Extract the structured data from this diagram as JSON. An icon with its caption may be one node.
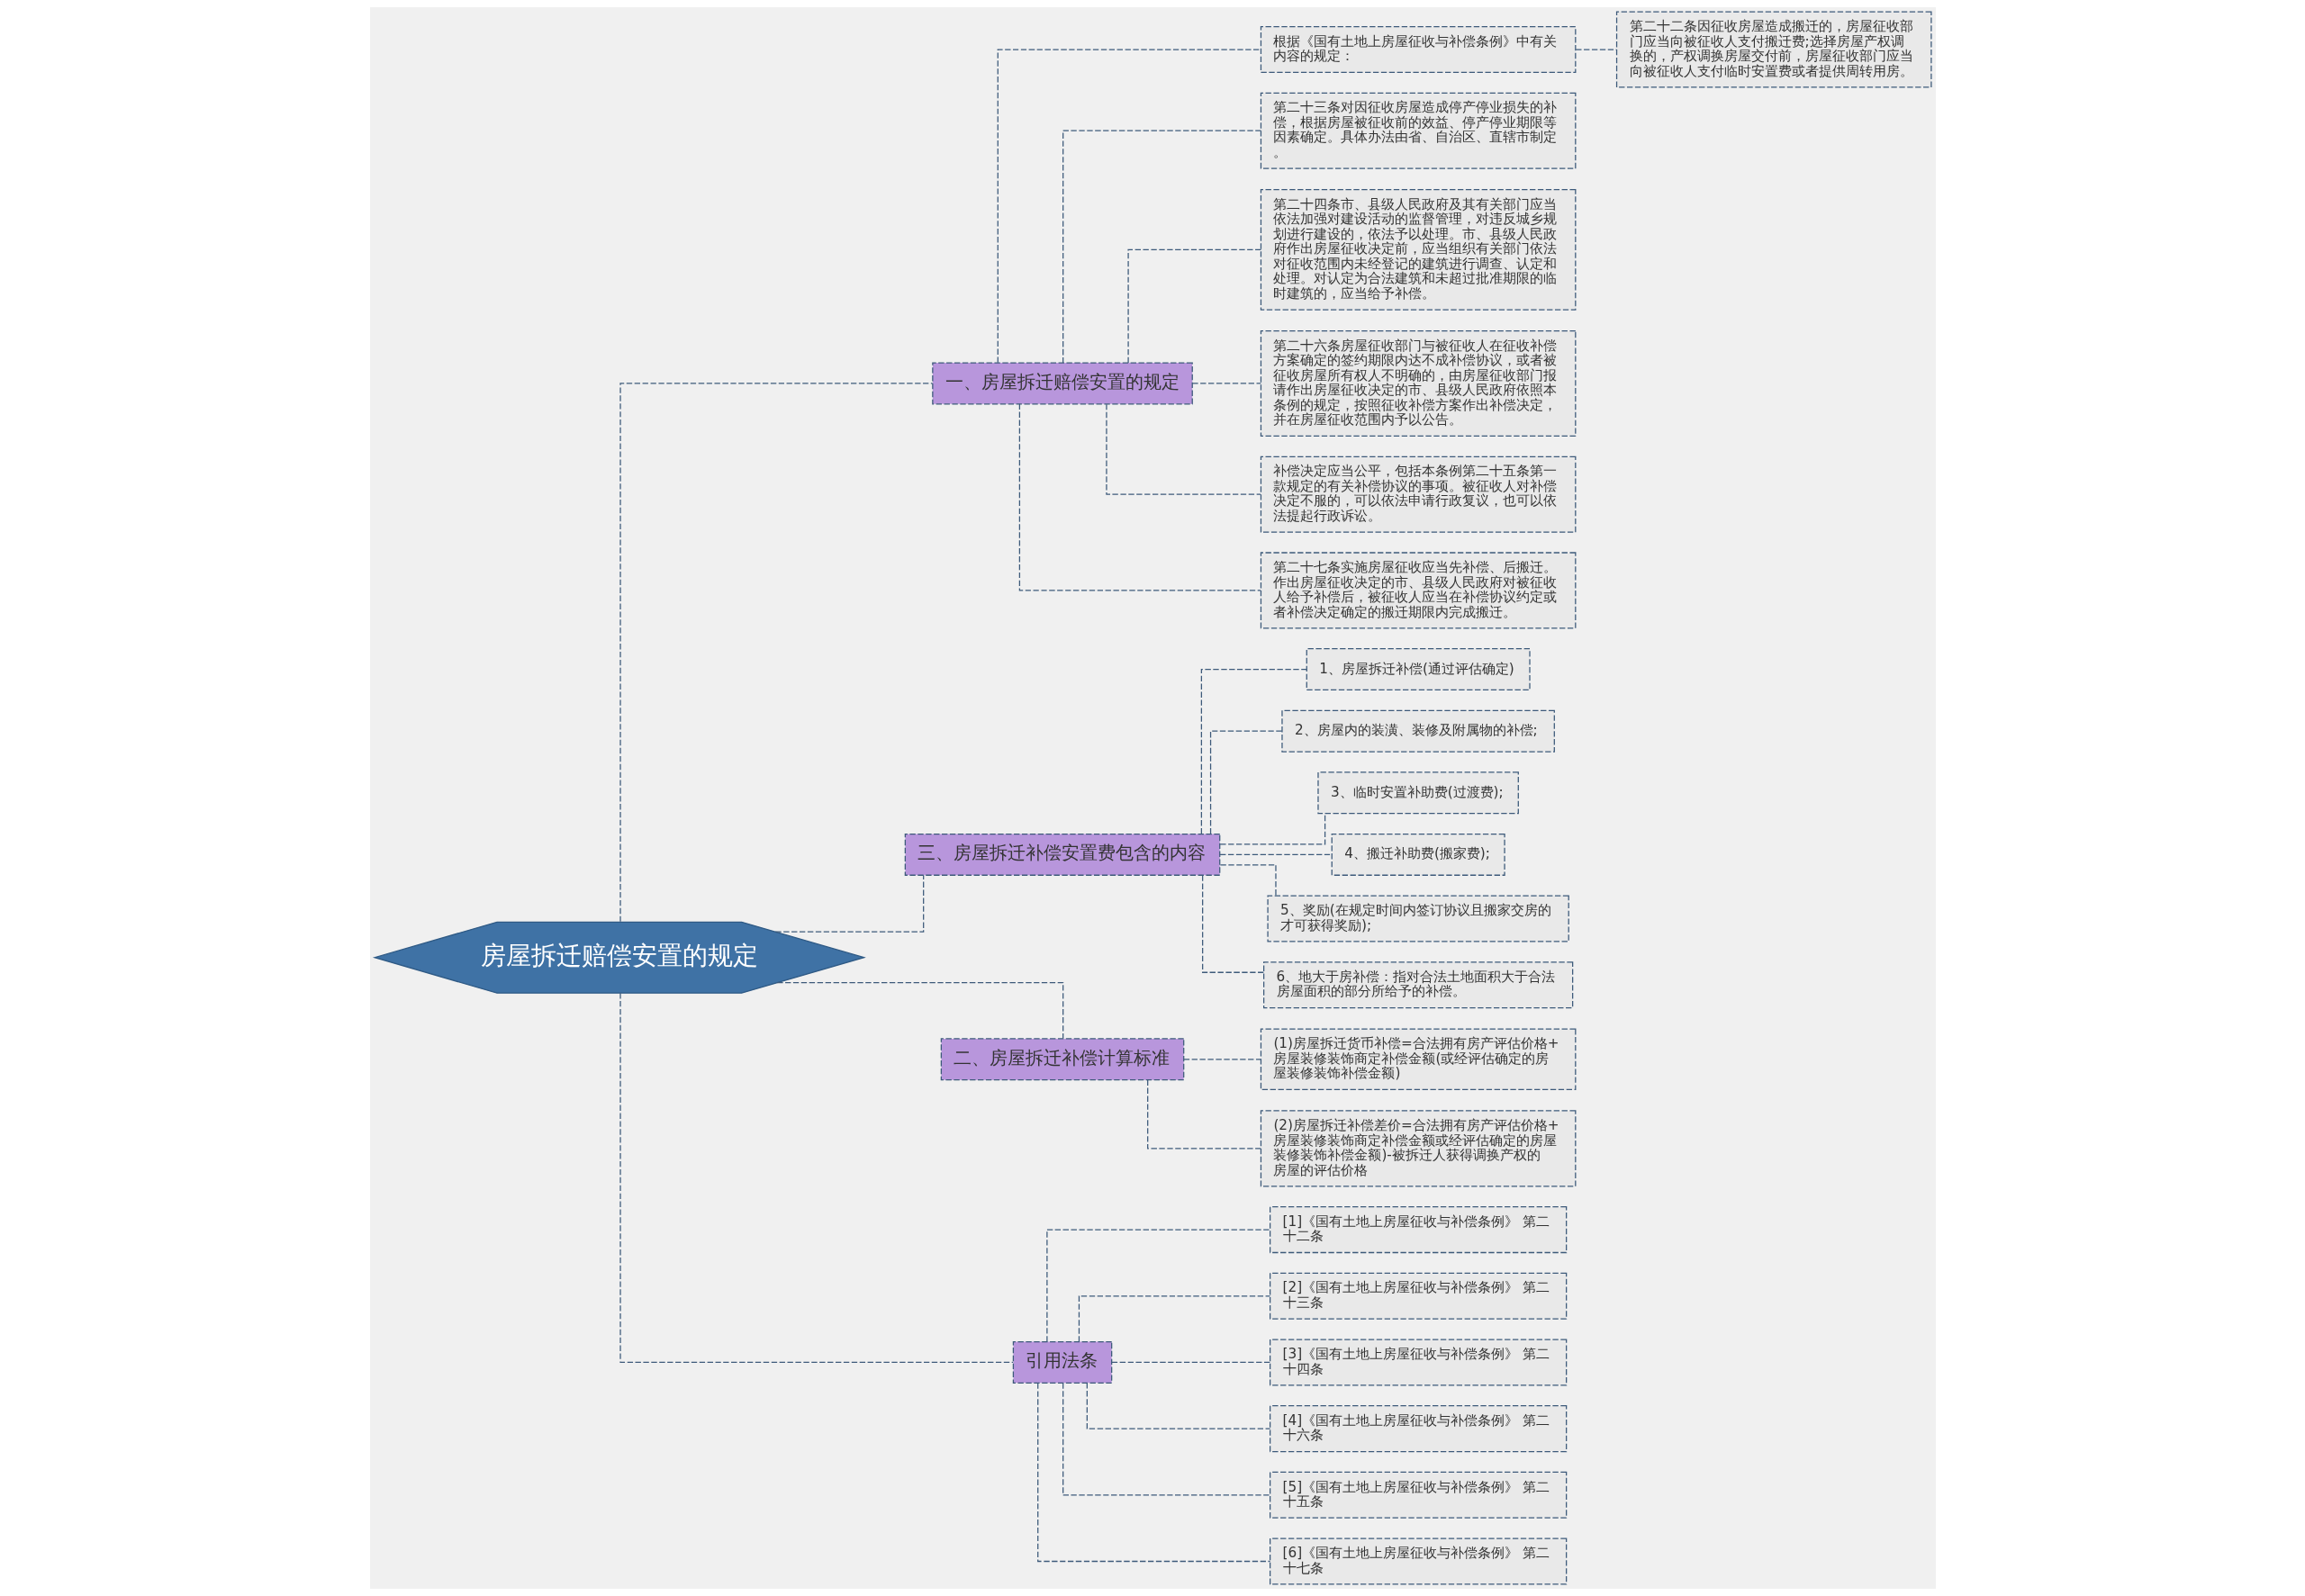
{
  "diagram": {
    "nodes": [
      {
        "text": [
          "房屋拆迁赔偿安置的规定"
        ]
      },
      {
        "text": [
          "一、房屋拆迁赔偿安置的规定"
        ]
      },
      {
        "text": [
          "根据《国有土地上房屋征收与补偿条例》中有关内容的规定："
        ]
      },
      {
        "text": [
          "第二十二条因征收房屋造成搬迁的，房屋征收部门应当向被征收人支付搬迁费;选择房屋产权调换的，产权调换房屋交付前，房屋征收部门应当向被征收人支付临时安置费或者提供周转用房。"
        ]
      },
      {
        "text": [
          "第二十三条对因征收房屋造成停产停业损失的补偿，根据房屋被征收前的效益、停产停业期限等因素确定。具体办法由省、自治区、直辖市制定。"
        ]
      },
      {
        "text": [
          "第二十四条市、县级人民政府及其有关部门应当依法加强对建设活动的监督管理，对违反城乡规划进行建设的，依法予以处理。市、县级人民政府作出房屋征收决定前，应当组织有关部门依法对征收范围内未经登记的建筑进行调查、认定和处理。对认定为合法建筑和未超过批准期限的临时建筑的，应当给予补偿。"
        ]
      },
      {
        "text": [
          "第二十六条房屋征收部门与被征收人在征收补偿方案确定的签约期限内达不成补偿协议，或者被征收房屋所有权人不明确的，由房屋征收部门报请作出房屋征收决定的市、县级人民政府依照本条例的规定，按照征收补偿方案作出补偿决定，并在房屋征收范围内予以公告。"
        ]
      },
      {
        "text": [
          "补偿决定应当公平，包括本条例第二十五条第一款规定的有关补偿协议的事项。被征收人对补偿决定不服的，可以依法申请行政复议，也可以依法提起行政诉讼。"
        ]
      },
      {
        "text": [
          "第二十七条实施房屋征收应当先补偿、后搬迁。作出房屋征收决定的市、县级人民政府对被征收人给予补偿后，被征收人应当在补偿协议约定或者补偿决定确定的搬迁期限内完成搬迁。"
        ]
      },
      {
        "text": [
          "三、房屋拆迁补偿安置费包含的内容"
        ]
      },
      {
        "text": [
          "1、房屋拆迁补偿(通过评估确定)"
        ]
      },
      {
        "text": [
          "2、房屋内的装潢、装修及附属物的补偿;"
        ]
      },
      {
        "text": [
          "3、临时安置补助费(过渡费);"
        ]
      },
      {
        "text": [
          "4、搬迁补助费(搬家费);"
        ]
      },
      {
        "text": [
          "5、奖励(在规定时间内签订协议且搬家交房的才可获得奖励);"
        ]
      },
      {
        "text": [
          "6、地大于房补偿：指对合法土地面积大于合法房屋面积的部分所给予的补偿。"
        ]
      },
      {
        "text": [
          "二、房屋拆迁补偿计算标准"
        ]
      },
      {
        "text": [
          "(1)房屋拆迁货币补偿=合法拥有房产评估价格+房屋装修装饰商定补偿金额(或经评估确定的房屋装修装饰补偿金额)"
        ]
      },
      {
        "text": [
          "(2)房屋拆迁补偿差价=合法拥有房产评估价格+房屋装修装饰商定补偿金额或经评估确定的房屋装修装饰补偿金额)-被拆迁人获得调换产权的房屋的评估价格"
        ]
      },
      {
        "text": [
          "引用法条"
        ]
      },
      {
        "text": [
          "[1]《国有土地上房屋征收与补偿条例》 第二十二条"
        ]
      },
      {
        "text": [
          "[2]《国有土地上房屋征收与补偿条例》 第二十三条"
        ]
      },
      {
        "text": [
          "[3]《国有土地上房屋征收与补偿条例》 第二十四条"
        ]
      },
      {
        "text": [
          "[4]《国有土地上房屋征收与补偿条例》 第二十六条"
        ]
      },
      {
        "text": [
          "[5]《国有土地上房屋征收与补偿条例》 第二十五条"
        ]
      },
      {
        "text": [
          "[6]《国有土地上房屋征收与补偿条例》 第二十七条"
        ]
      }
    ],
    "edges": [
      {
        "from": 0,
        "to": 1,
        "arrow": "none",
        "style": "dashed"
      },
      {
        "from": 1,
        "to": 2,
        "arrow": "none",
        "style": "dashed"
      },
      {
        "from": 2,
        "to": 3,
        "arrow": "none",
        "style": "dashed"
      },
      {
        "from": 1,
        "to": 4,
        "arrow": "none",
        "style": "dashed"
      },
      {
        "from": 1,
        "to": 5,
        "arrow": "none",
        "style": "dashed"
      },
      {
        "from": 1,
        "to": 6,
        "arrow": "none",
        "style": "dashed"
      },
      {
        "from": 1,
        "to": 7,
        "arrow": "none",
        "style": "dashed"
      },
      {
        "from": 1,
        "to": 8,
        "arrow": "none",
        "style": "dashed"
      },
      {
        "from": 0,
        "to": 9,
        "arrow": "none",
        "style": "dashed"
      },
      {
        "from": 9,
        "to": 10,
        "arrow": "none",
        "style": "dashed"
      },
      {
        "from": 9,
        "to": 11,
        "arrow": "none",
        "style": "dashed"
      },
      {
        "from": 9,
        "to": 12,
        "arrow": "none",
        "style": "dashed"
      },
      {
        "from": 9,
        "to": 13,
        "arrow": "none",
        "style": "dashed"
      },
      {
        "from": 9,
        "to": 14,
        "arrow": "none",
        "style": "dashed"
      },
      {
        "from": 9,
        "to": 15,
        "arrow": "none",
        "style": "dashed"
      },
      {
        "from": 0,
        "to": 16,
        "arrow": "none",
        "style": "dashed"
      },
      {
        "from": 16,
        "to": 17,
        "arrow": "none",
        "style": "dashed"
      },
      {
        "from": 16,
        "to": 18,
        "arrow": "none",
        "style": "dashed"
      },
      {
        "from": 0,
        "to": 19,
        "arrow": "none",
        "style": "dashed"
      },
      {
        "from": 19,
        "to": 20,
        "arrow": "none",
        "style": "dashed"
      },
      {
        "from": 19,
        "to": 21,
        "arrow": "none",
        "style": "dashed"
      },
      {
        "from": 19,
        "to": 22,
        "arrow": "none",
        "style": "dashed"
      },
      {
        "from": 19,
        "to": 23,
        "arrow": "none",
        "style": "dashed"
      },
      {
        "from": 19,
        "to": 24,
        "arrow": "none",
        "style": "dashed"
      },
      {
        "from": 19,
        "to": 25,
        "arrow": "none",
        "style": "dashed"
      }
    ]
  }
}
